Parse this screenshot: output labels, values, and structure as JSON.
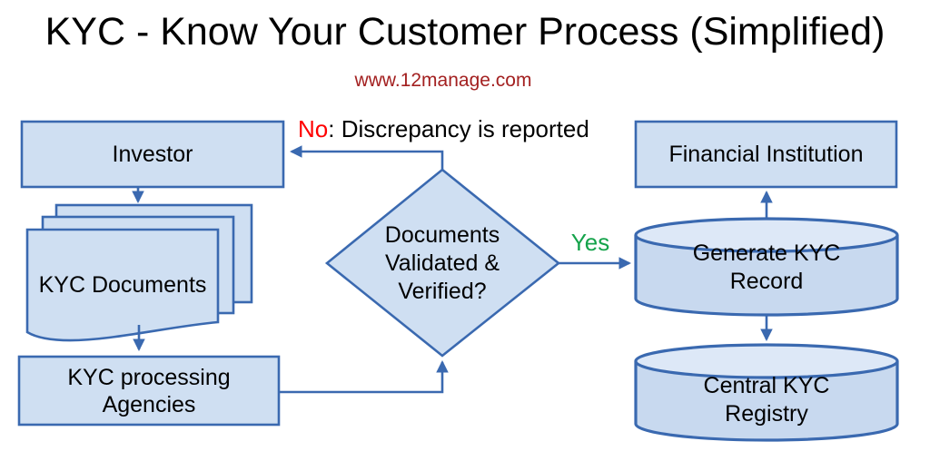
{
  "title": "KYC - Know Your Customer Process (Simplified)",
  "subtitle": "www.12manage.com",
  "colors": {
    "shape_fill": "#cfdff2",
    "cylinder_body_fill": "#c8d9ef",
    "cylinder_top_fill": "#dde8f7",
    "outline_and_arrow_blue": "#3a69b0",
    "no_red": "#ff0000",
    "yes_green": "#15a34b",
    "subtitle_red": "#a32020",
    "text_black": "#000000"
  },
  "nodes": {
    "investor": {
      "label": "Investor"
    },
    "kyc_documents": {
      "label": "KYC Documents"
    },
    "kyc_processing_agencies": {
      "line1": "KYC processing",
      "line2": "Agencies"
    },
    "decision": {
      "line1": "Documents",
      "line2": "Validated &",
      "line3": "Verified?"
    },
    "financial_institution": {
      "label": "Financial Institution"
    },
    "generate_kyc_record": {
      "line1": "Generate KYC",
      "line2": "Record"
    },
    "central_kyc_registry": {
      "line1": "Central KYC",
      "line2": "Registry"
    }
  },
  "edge_labels": {
    "no_keyword": "No",
    "no_text": ": Discrepancy is reported",
    "yes": "Yes"
  }
}
